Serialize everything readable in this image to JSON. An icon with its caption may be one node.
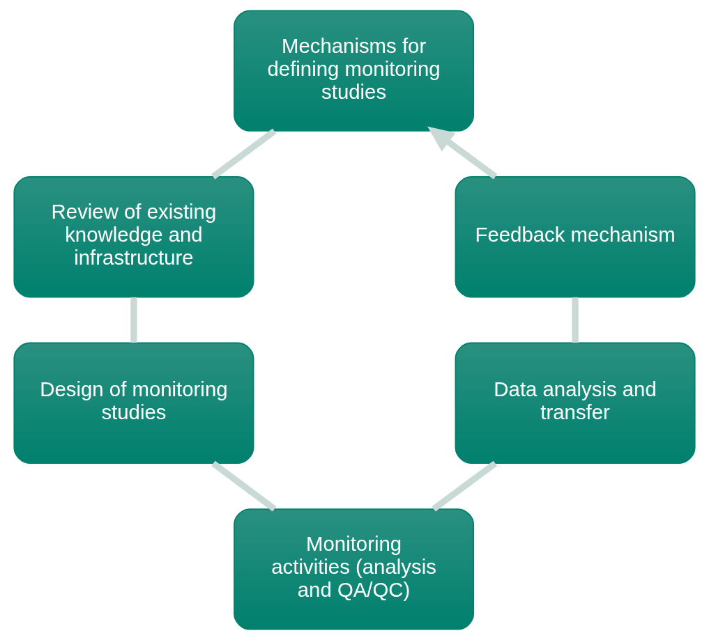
{
  "diagram": {
    "nodes": [
      {
        "text": [
          "Mechanisms for defining monitoring studies"
        ]
      },
      {
        "text": [
          "Review of existing knowledge and infrastructure"
        ]
      },
      {
        "text": [
          "Design of monitoring studies"
        ]
      },
      {
        "text": [
          "Monitoring activities (analysis and QA/QC)"
        ]
      },
      {
        "text": [
          "Data analysis and transfer"
        ]
      },
      {
        "text": [
          "Feedback mechanism"
        ]
      }
    ],
    "edges": [
      {
        "from": 0,
        "to": 1,
        "arrow": "none"
      },
      {
        "from": 1,
        "to": 2,
        "arrow": "none"
      },
      {
        "from": 2,
        "to": 3,
        "arrow": "none"
      },
      {
        "from": 3,
        "to": 4,
        "arrow": "none"
      },
      {
        "from": 4,
        "to": 5,
        "arrow": "none"
      },
      {
        "from": 5,
        "to": 0,
        "arrow": "to"
      }
    ]
  }
}
